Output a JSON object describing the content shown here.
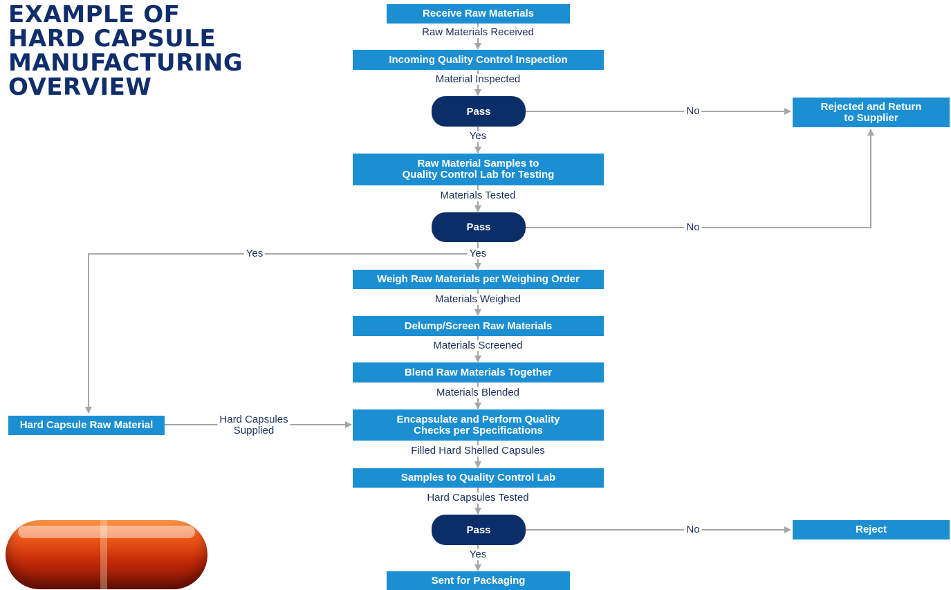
{
  "title": "EXAMPLE OF\nHARD CAPSULE\nMANUFACTURING\nOVERVIEW",
  "steps": {
    "receive": "Receive Raw Materials",
    "incoming_qc": "Incoming Quality Control Inspection",
    "samples_lab": "Raw Material Samples to\nQuality Control Lab for Testing",
    "weigh": "Weigh Raw Materials per Weighing Order",
    "delump": "Delump/Screen Raw Materials",
    "blend": "Blend Raw Materials Together",
    "encapsulate": "Encapsulate and Perform Quality\nChecks per Specifications",
    "samples_qc": "Samples to Quality Control Lab",
    "packaging": "Sent for Packaging",
    "rejected_return": "Rejected and Return\nto Supplier",
    "reject": "Reject",
    "hard_capsule_raw": "Hard Capsule Raw Material"
  },
  "decisions": {
    "pass1": "Pass",
    "pass2": "Pass",
    "pass3": "Pass"
  },
  "labels": {
    "raw_received": "Raw Materials Received",
    "material_inspected": "Material Inspected",
    "yes1": "Yes",
    "no1": "No",
    "materials_tested": "Materials Tested",
    "no2": "No",
    "yes2": "Yes",
    "yes_left": "Yes",
    "materials_weighed": "Materials Weighed",
    "materials_screened": "Materials Screened",
    "materials_blended": "Materials Blended",
    "hard_capsules_supplied": "Hard Capsules\nSupplied",
    "filled_capsules": "Filled Hard Shelled Capsules",
    "hard_capsules_tested": "Hard Capsules Tested",
    "no3": "No",
    "yes3": "Yes"
  },
  "colors": {
    "process_box": "#1b8fd2",
    "decision_pill": "#0c2e68",
    "title": "#0f2e6b",
    "connector": "#a6a6a6"
  }
}
